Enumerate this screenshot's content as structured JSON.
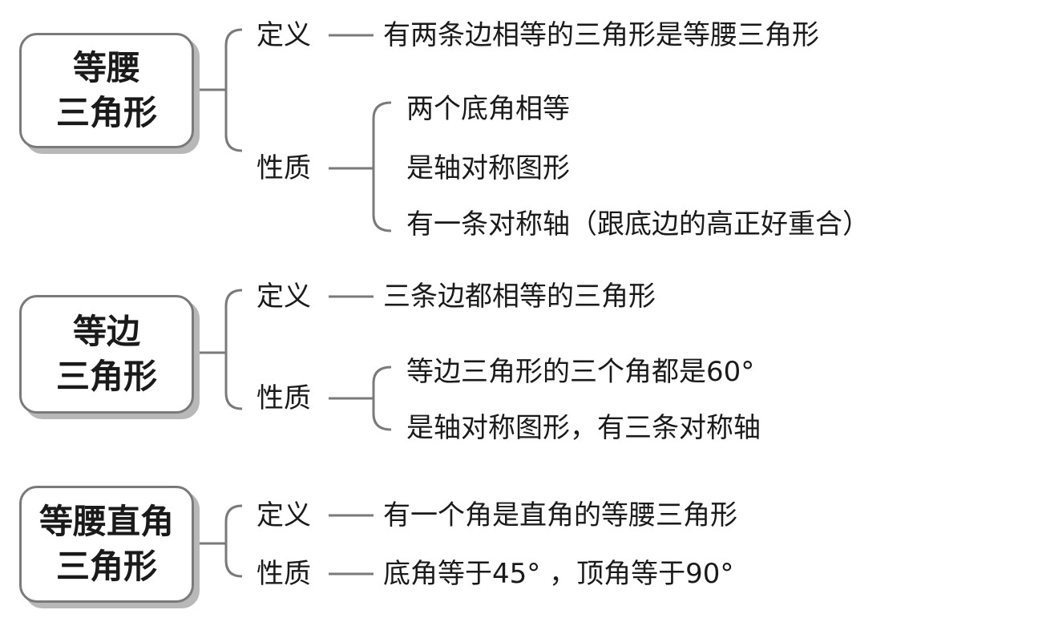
{
  "groups": [
    {
      "title_line1": "等腰",
      "title_line2": "三角形",
      "definition_label": "定义",
      "definition_text": "有两条边相等的三角形是等腰三角形",
      "property_label": "性质",
      "properties": [
        "两个底角相等",
        "是轴对称图形",
        "有一条对称轴（跟底边的高正好重合）"
      ]
    },
    {
      "title_line1": "等边",
      "title_line2": "三角形",
      "definition_label": "定义",
      "definition_text": "三条边都相等的三角形",
      "property_label": "性质",
      "properties": [
        "等边三角形的三个角都是60°",
        "是轴对称图形，有三条对称轴"
      ]
    },
    {
      "title_line1": "等腰直角",
      "title_line2": "三角形",
      "definition_label": "定义",
      "definition_text": "有一个角是直角的等腰三角形",
      "property_label": "性质",
      "properties": [
        "底角等于45° ，顶角等于90°"
      ]
    }
  ]
}
